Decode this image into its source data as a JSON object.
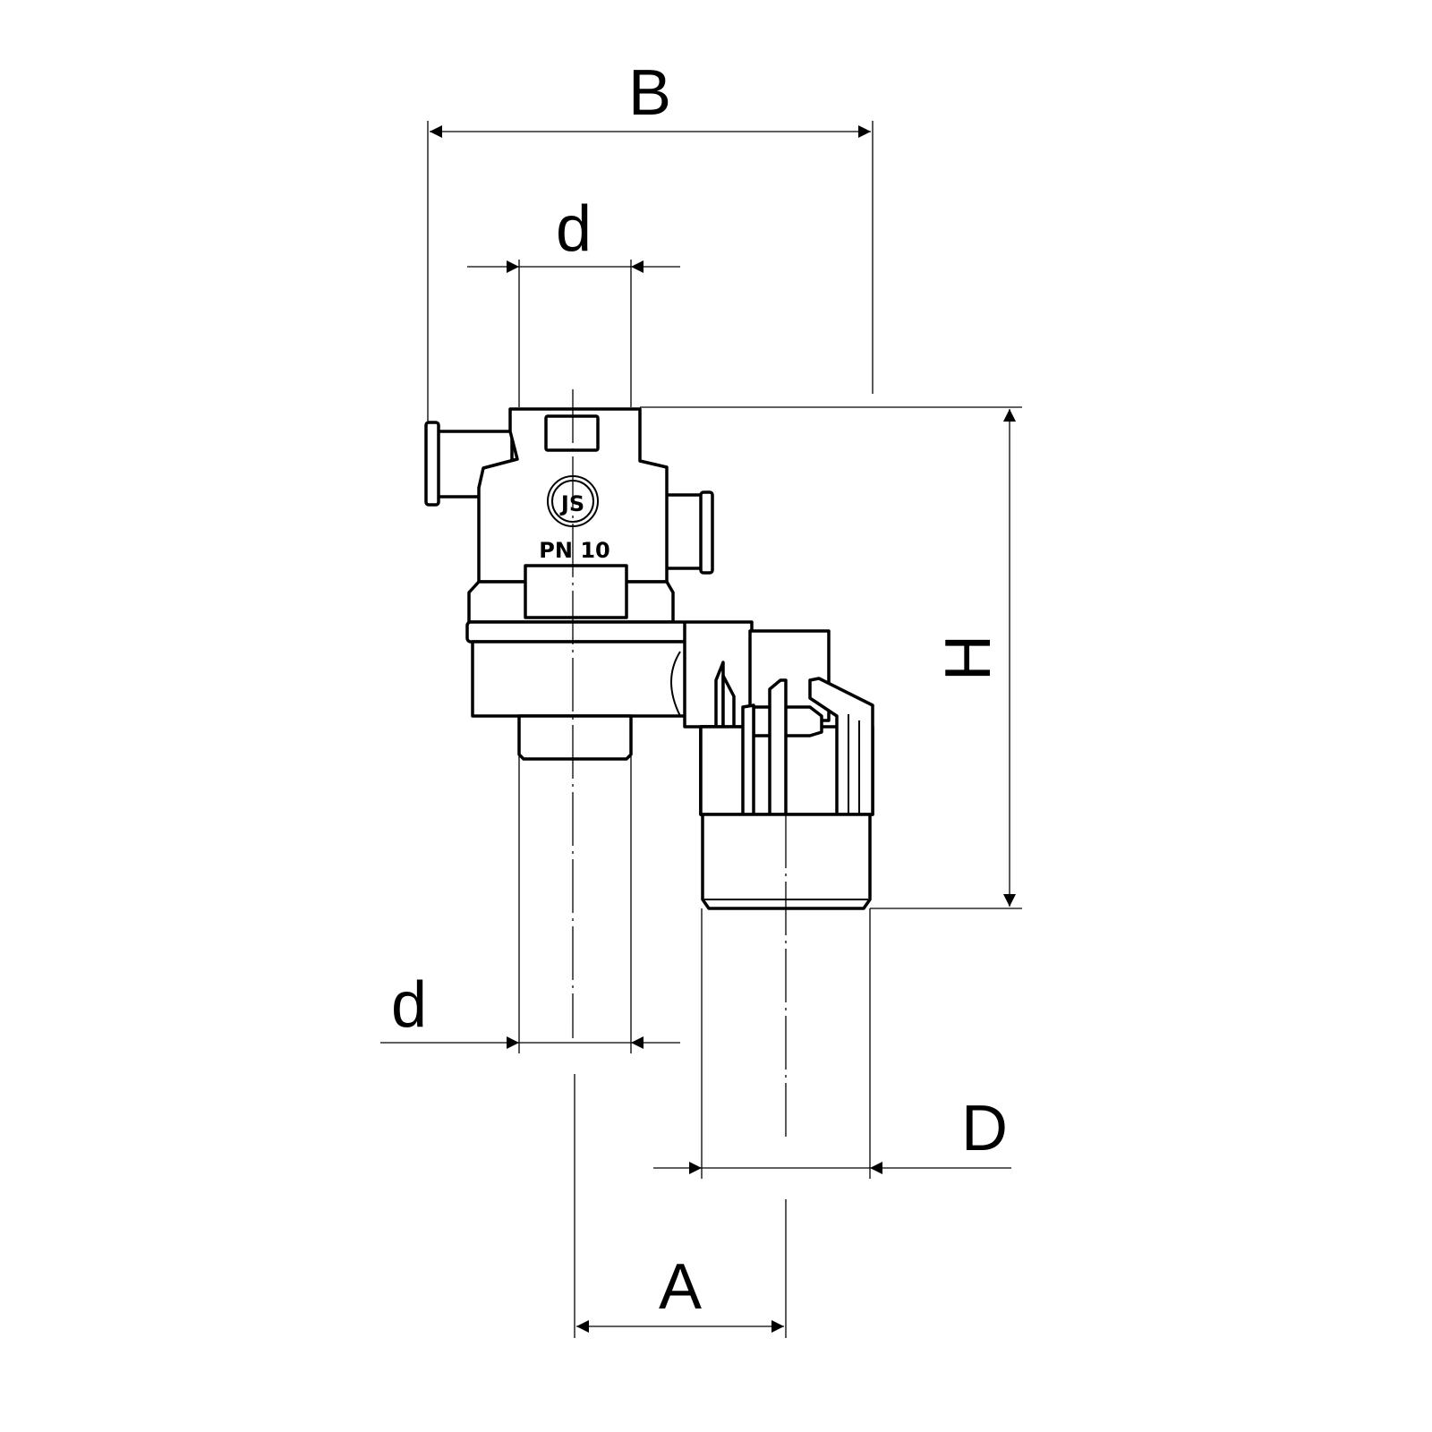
{
  "dimensions": {
    "B": "B",
    "d_top": "d",
    "H": "H",
    "d_bottom": "d",
    "D": "D",
    "A": "A"
  },
  "part": {
    "pressure_marking": "PN 10",
    "logo_text": "JS"
  }
}
